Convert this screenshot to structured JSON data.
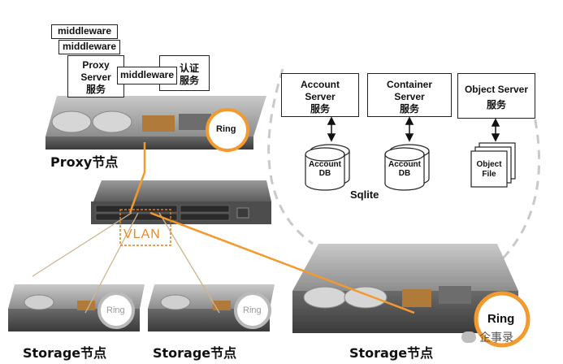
{
  "proxy": {
    "middleware_1": "middleware",
    "middleware_2": "middleware",
    "server_line1": "Proxy",
    "server_line2": "Server",
    "server_line3": "服务",
    "middleware_3": "middleware",
    "auth_line1": "认证",
    "auth_line2": "服务",
    "ring": "Ring",
    "node_label": "Proxy节点"
  },
  "switch": {
    "vlan_label": "VLAN"
  },
  "services": {
    "account": {
      "line1": "Account",
      "line2": "Server",
      "line3": "服务",
      "db_line1": "Account",
      "db_line2": "DB"
    },
    "container": {
      "line1": "Container",
      "line2": "Server",
      "line3": "服务",
      "db_line1": "Account",
      "db_line2": "DB"
    },
    "object": {
      "line1": "Object Server",
      "line2": "服务",
      "file_line1": "Object",
      "file_line2": "File"
    },
    "sqlite_label": "Sqlite"
  },
  "storage_nodes": [
    {
      "ring": "Ring",
      "label": "Storage节点"
    },
    {
      "ring": "Ring",
      "label": "Storage节点"
    },
    {
      "ring": "Ring",
      "label": "Storage节点"
    }
  ],
  "watermark": "企事录",
  "colors": {
    "accent_orange": "#f29a2e",
    "ring_gray": "#b9b9b9",
    "dashed_gray": "#c9c9c9"
  }
}
